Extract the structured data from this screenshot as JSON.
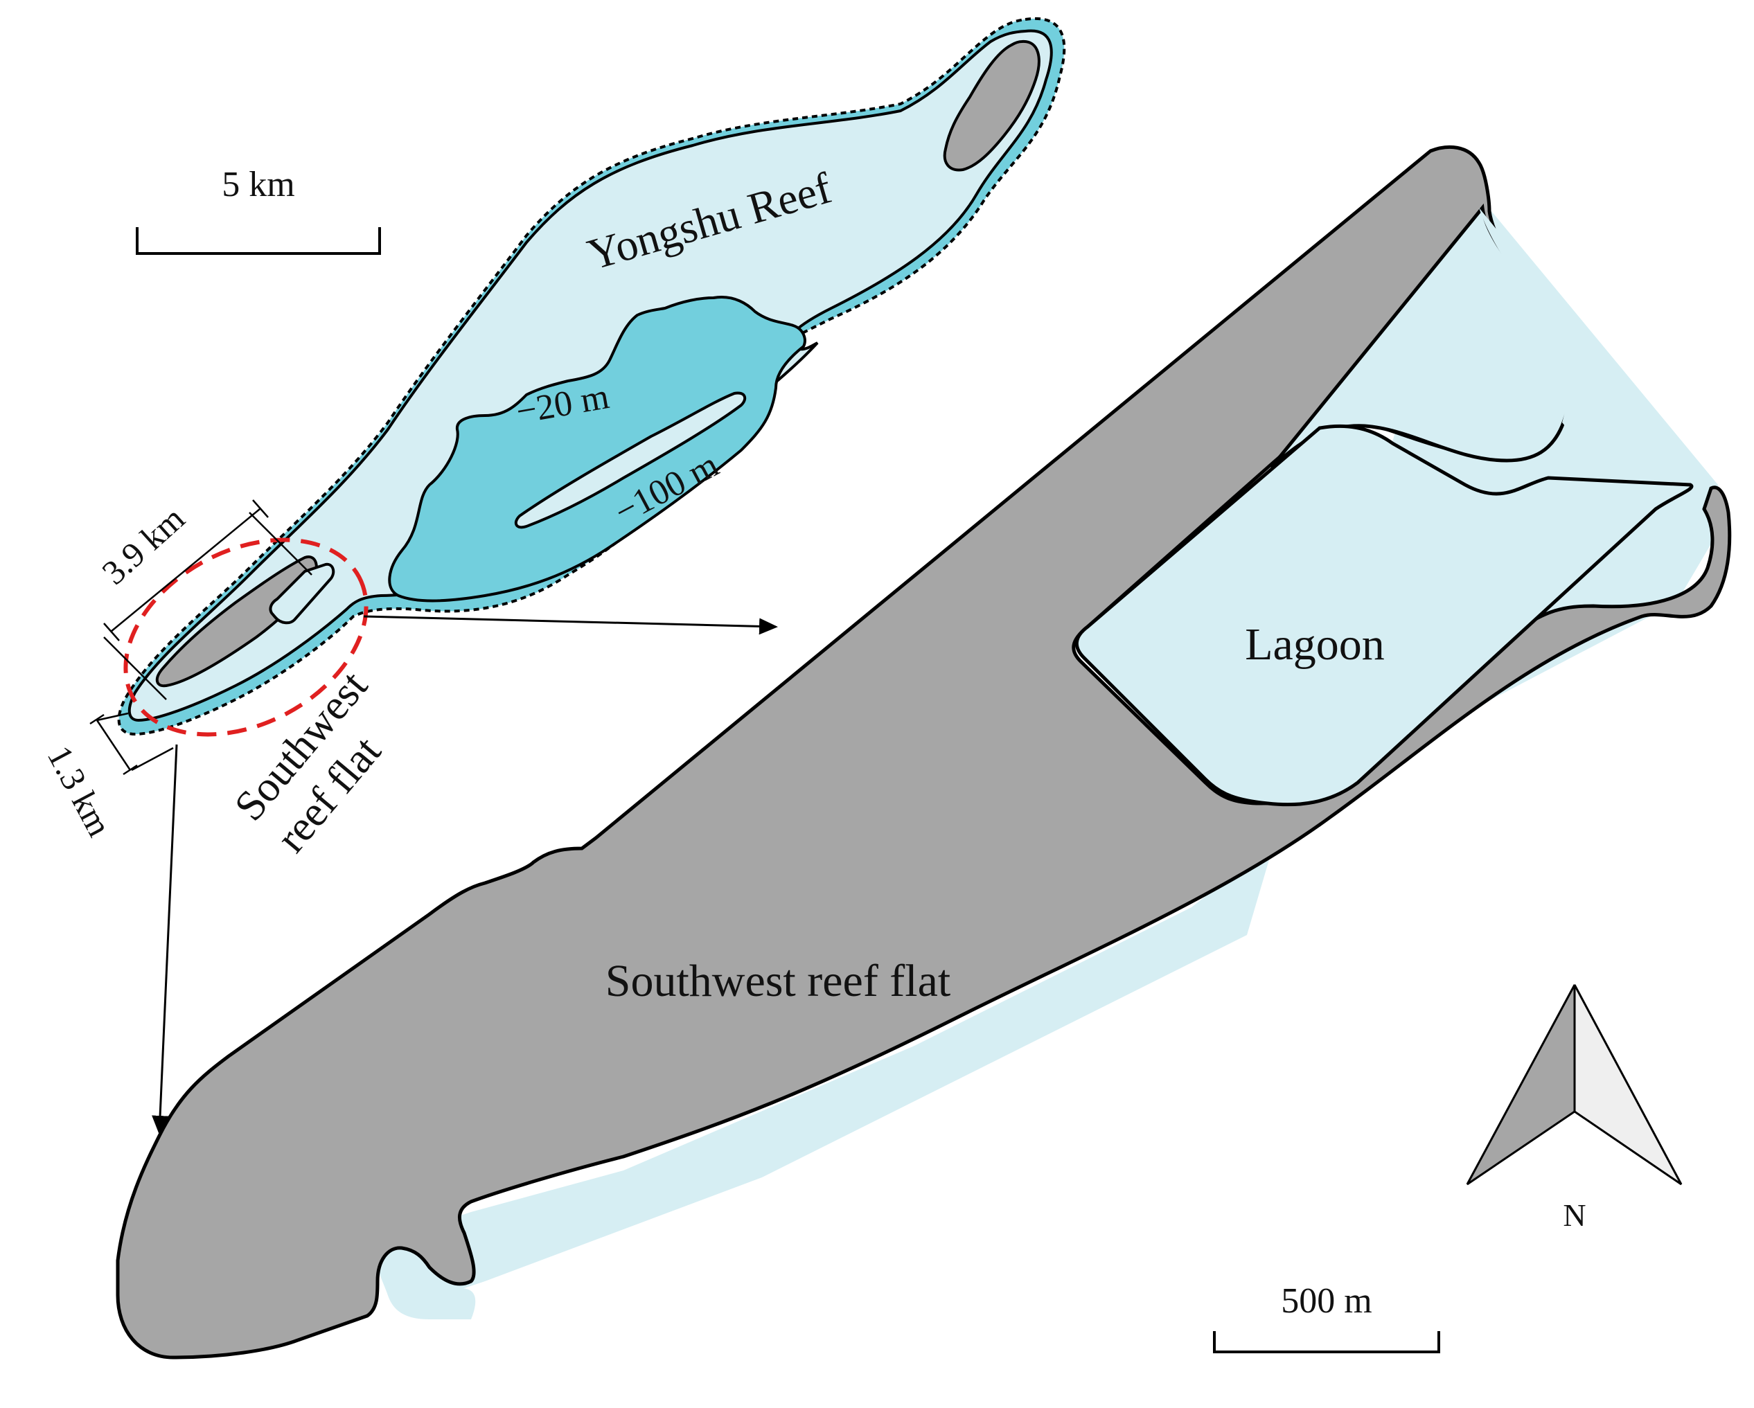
{
  "colors": {
    "reef_flat": "#a6a6a6",
    "shallow_water": "#d6eef3",
    "deep_water": "#72cfdd",
    "outline": "#000000",
    "highlight_circle": "#e02020",
    "north_arrow_shade": "#a6a6a6",
    "north_arrow_light": "#efefef"
  },
  "overview": {
    "reef_name": "Yongshu Reef",
    "contour_shallow": "−20 m",
    "contour_deep": "−100 m",
    "length_dimension": "3.9 km",
    "width_dimension": "1.3 km",
    "highlight_label_line1": "Southwest",
    "highlight_label_line2": "reef flat",
    "scale_bar_label": "5 km"
  },
  "detail": {
    "reef_flat_label": "Southwest reef flat",
    "lagoon_label": "Lagoon",
    "scale_bar_label": "500 m"
  },
  "north_arrow": {
    "label": "N",
    "icon": "north-arrow-icon"
  }
}
